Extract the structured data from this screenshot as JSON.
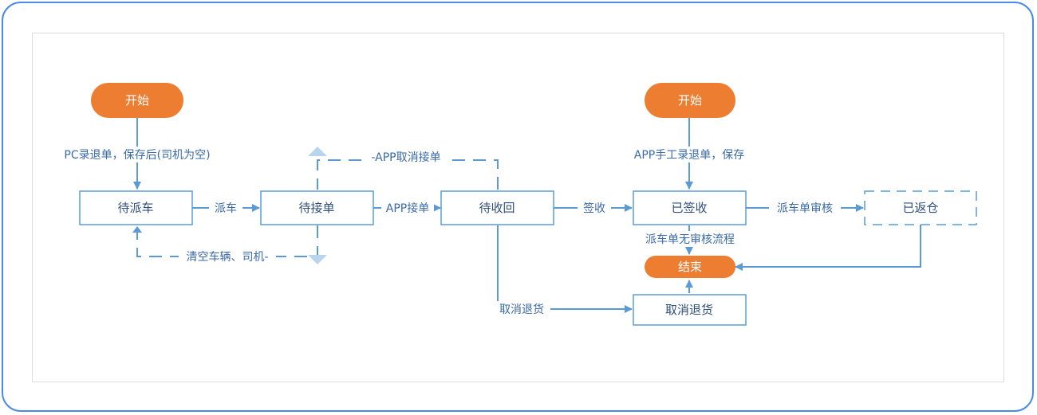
{
  "nodes": {
    "start_left": "开始",
    "start_right": "开始",
    "pending_dispatch": "待派车",
    "pending_accept": "待接单",
    "pending_recover": "待收回",
    "signed": "已签收",
    "returned": "已返仓",
    "end": "结束",
    "cancel_return": "取消退货"
  },
  "edges": {
    "pc_entry": "PC录退单，保存后(司机为空)",
    "dispatch": "派车",
    "app_cancel_accept": "-APP取消接单",
    "app_accept": "APP接单",
    "clear_vehicle": "清空车辆、司机-",
    "sign": "签收",
    "app_manual_entry": "APP手工录退单，保存",
    "dispatch_audit": "派车单审核",
    "no_audit_flow": "派车单无审核流程",
    "cancel_return": "取消退货"
  },
  "colors": {
    "accent_orange": "#ed7d31",
    "line_blue": "#5b9bd5",
    "text_blue": "#3a6aa8",
    "frame_blue": "#4a8ae6"
  }
}
